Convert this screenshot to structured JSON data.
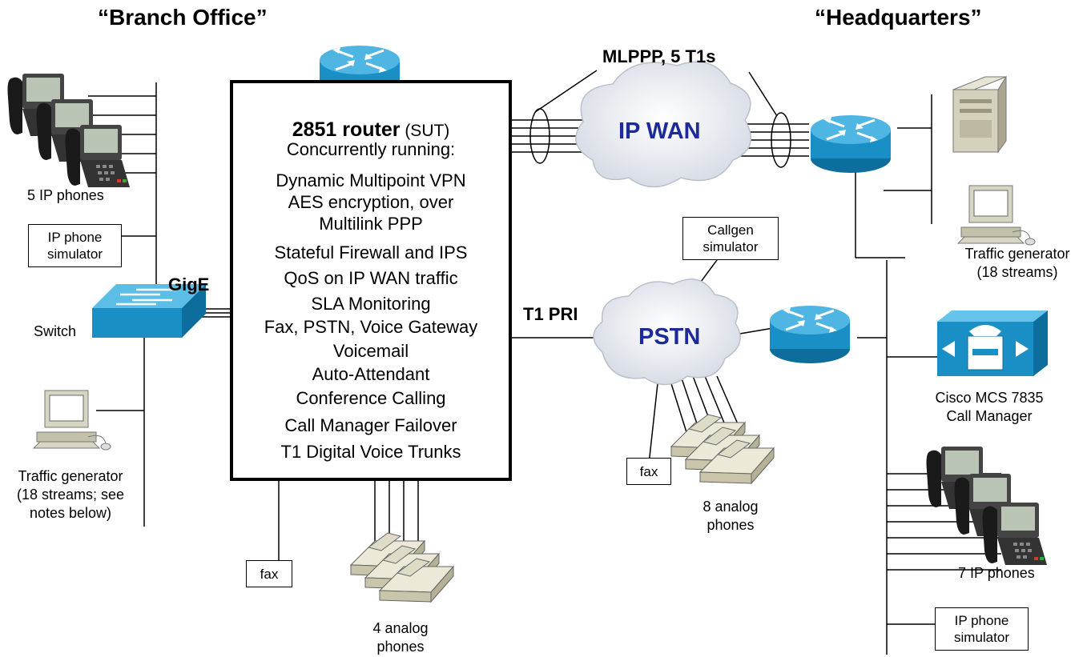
{
  "headings": {
    "branch": "“Branch Office”",
    "hq": "“Headquarters”"
  },
  "router": {
    "title_bold": "2851 router",
    "title_suffix": " (SUT)",
    "subtitle": "Concurrently running:",
    "features": [
      "Dynamic Multipoint VPN",
      "AES encryption, over",
      "Multilink PPP",
      "Stateful Firewall and IPS",
      "QoS on IP WAN traffic",
      "SLA Monitoring",
      "Fax, PSTN, Voice Gateway",
      "Voicemail",
      "Auto-Attendant",
      "Conference Calling",
      "Call Manager Failover",
      "T1 Digital Voice Trunks"
    ]
  },
  "links": {
    "mlppp": "MLPPP, 5 T1s",
    "gige": "GigE",
    "t1pri": "T1 PRI"
  },
  "clouds": {
    "wan": "IP WAN",
    "pstn": "PSTN"
  },
  "branch": {
    "ip_phones": "5 IP phones",
    "ip_sim": [
      "IP phone",
      "simulator"
    ],
    "switch": "Switch",
    "traffic": [
      "Traffic generator",
      "(18 streams; see",
      "notes below)"
    ],
    "fax": "fax",
    "analog": [
      "4 analog",
      "phones"
    ]
  },
  "pstn_side": {
    "callgen": [
      "Callgen",
      "simulator"
    ],
    "fax": "fax",
    "analog": [
      "8 analog",
      "phones"
    ]
  },
  "hq": {
    "traffic": [
      "Traffic generator",
      "(18 streams)"
    ],
    "mcs": [
      "Cisco MCS 7835",
      "Call Manager"
    ],
    "ip_phones": "7 IP phones",
    "ip_sim": [
      "IP phone",
      "simulator"
    ]
  },
  "colors": {
    "cisco_blue": "#1a8fc6",
    "cloud_text": "#1c2a9a",
    "beige": "#d9d6c0"
  }
}
